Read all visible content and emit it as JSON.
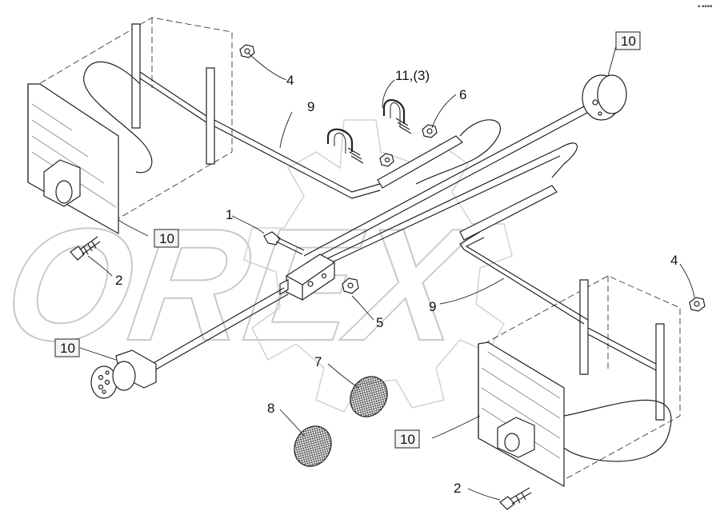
{
  "watermark": {
    "text": "OREX",
    "color": "#cfcfcf"
  },
  "corner_mark": "▪ ▪▪▪▪",
  "callouts": {
    "c1": "1",
    "c2a": "2",
    "c2b": "2",
    "c4a": "4",
    "c4b": "4",
    "c5": "5",
    "c6": "6",
    "c7": "7",
    "c8": "8",
    "c9a": "9",
    "c9b": "9",
    "c11": "11,(3)",
    "b10a": "10",
    "b10b": "10",
    "b10c": "10",
    "b10d": "10"
  },
  "colors": {
    "line": "#222222",
    "fill_light": "#f2f2f2",
    "mesh": "#333333"
  }
}
